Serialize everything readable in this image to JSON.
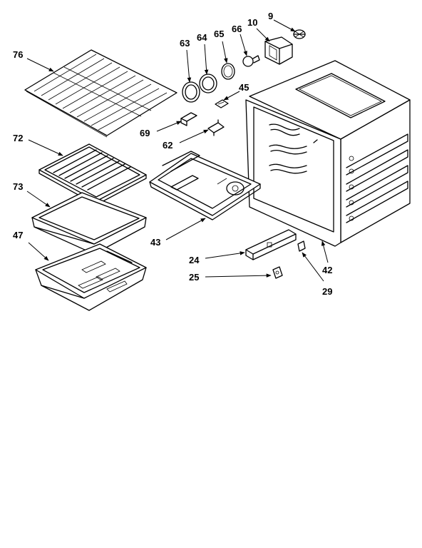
{
  "labels": {
    "p9": "9",
    "p10": "10",
    "p66": "66",
    "p65": "65",
    "p64": "64",
    "p63": "63",
    "p76": "76",
    "p45": "45",
    "p69": "69",
    "p62": "62",
    "p72": "72",
    "p73": "73",
    "p47": "47",
    "p43": "43",
    "p24": "24",
    "p25": "25",
    "p42": "42",
    "p29": "29"
  }
}
